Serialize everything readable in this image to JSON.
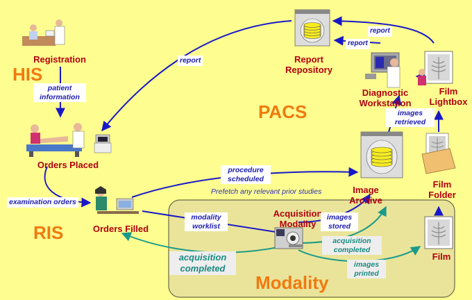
{
  "regions": {
    "his": "HIS",
    "ris": "RIS",
    "pacs": "PACS",
    "modality": "Modality"
  },
  "nodes": {
    "registration": "Registration",
    "orders_placed": "Orders Placed",
    "orders_filled": "Orders Filled",
    "report_repository": "Report Repository",
    "diagnostic_workstation": "Diagnostic Workstation",
    "film_lightbox": "Film Lightbox",
    "image_archive": "Image Archive",
    "film_folder": "Film Folder",
    "acquisition_modality": "Acquisition Modality",
    "film": "Film"
  },
  "edge_labels": {
    "report_left": "report",
    "report_top": "report",
    "report_mid": "report",
    "patient_information": "patient information",
    "examination_orders": "examination orders",
    "procedure_scheduled": "procedure scheduled",
    "prefetch": "Prefetch any relevant prior studies",
    "modality_worklist": "modality worklist",
    "images_stored": "images stored",
    "images_retrieved": "images retrieved",
    "acquisition_completed_right": "acquisition completed",
    "acquisition_completed_left": "acquisition completed",
    "images_printed": "images printed"
  },
  "colors": {
    "background": "#fefe90",
    "modality_box": "#eae49a",
    "region_label": "#f07a10",
    "node_label": "#b00010",
    "blue_arrow": "#1818c8",
    "teal_arrow": "#1a9a8a"
  },
  "icons": [
    "registration-desk-icon",
    "patient-exam-icon",
    "clerk-computer-icon",
    "disk-storage-icon",
    "radiologist-workstation-icon",
    "xray-film-icon",
    "film-folder-icon",
    "ct-scanner-icon"
  ]
}
